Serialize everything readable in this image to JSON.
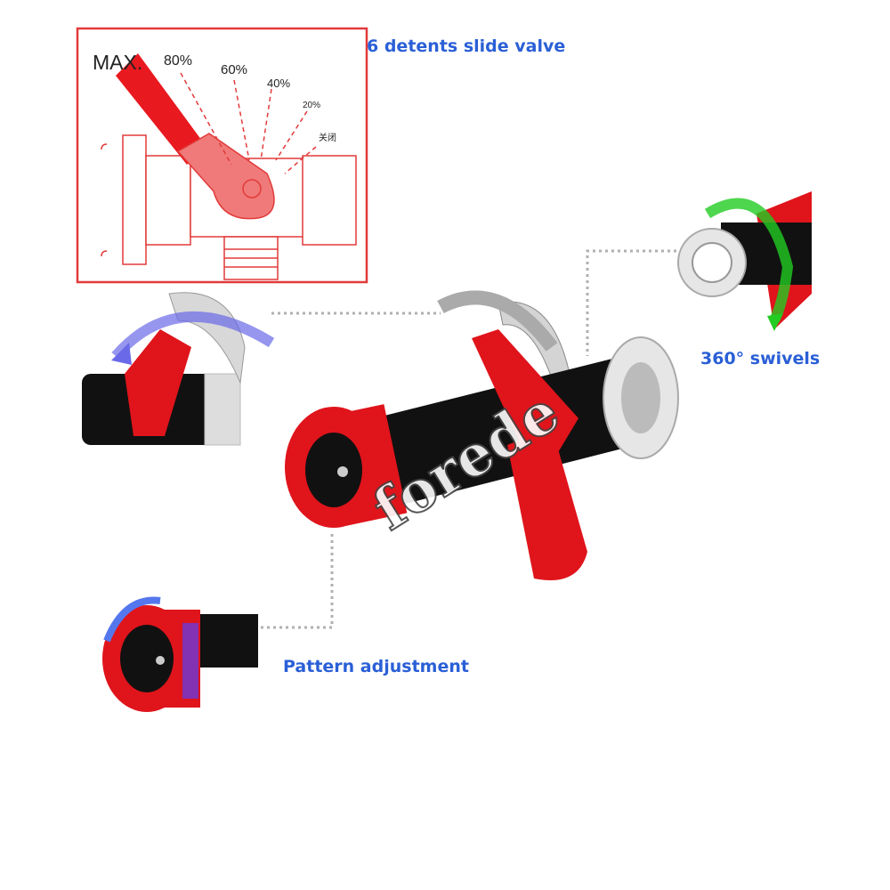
{
  "callouts": {
    "valve": "6 detents slide valve",
    "swivel": "360°  swivels",
    "pattern": "Pattern adjustment"
  },
  "diagram": {
    "labels": [
      "MAX.",
      "80%",
      "60%",
      "40%",
      "20%",
      "关闭"
    ]
  },
  "watermark": "forede",
  "colors": {
    "callout": "#2a5fd6",
    "nozzle_red": "#e0141b",
    "diagram_red": "#e23a3a",
    "leader_gray": "#b0b0b0"
  }
}
